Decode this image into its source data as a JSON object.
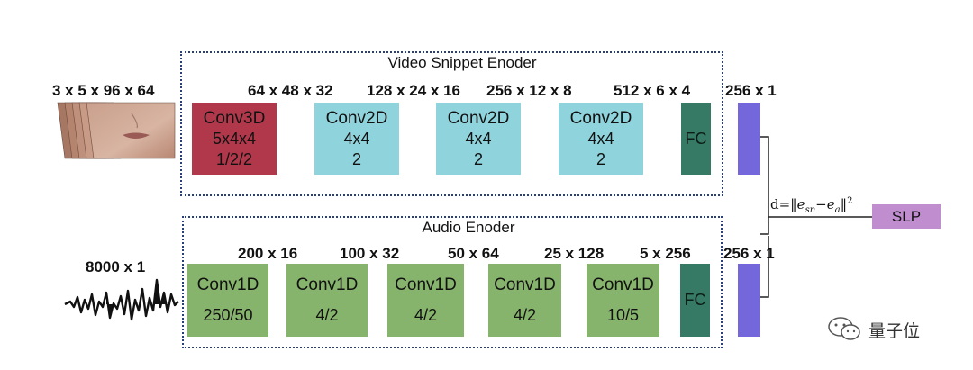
{
  "video_input_dims": "3 x 5 x 96 x 64",
  "audio_input_dims": "8000 x 1",
  "video_encoder": {
    "title": "Video Snippet Enoder",
    "dims": [
      "64 x 48 x 32",
      "128 x 24 x 16",
      "256 x 12 x 8",
      "512 x 6 x 4"
    ],
    "blocks": [
      {
        "name": "Conv3D",
        "p1": "5x4x4",
        "p2": "1/2/2",
        "color": "#b0384a"
      },
      {
        "name": "Conv2D",
        "p1": "4x4",
        "p2": "2",
        "color": "#8fd3dc"
      },
      {
        "name": "Conv2D",
        "p1": "4x4",
        "p2": "2",
        "color": "#8fd3dc"
      },
      {
        "name": "Conv2D",
        "p1": "4x4",
        "p2": "2",
        "color": "#8fd3dc"
      }
    ],
    "fc_label": "FC",
    "embedding_dims": "256 x 1"
  },
  "audio_encoder": {
    "title": "Audio Enoder",
    "dims": [
      "200 x 16",
      "100 x 32",
      "50 x 64",
      "25 x 128",
      "5 x 256"
    ],
    "blocks": [
      {
        "name": "Conv1D",
        "p1": "250/50",
        "color": "#87b46c"
      },
      {
        "name": "Conv1D",
        "p1": "4/2",
        "color": "#87b46c"
      },
      {
        "name": "Conv1D",
        "p1": "4/2",
        "color": "#87b46c"
      },
      {
        "name": "Conv1D",
        "p1": "4/2",
        "color": "#87b46c"
      },
      {
        "name": "Conv1D",
        "p1": "10/5",
        "color": "#87b46c"
      }
    ],
    "fc_label": "FC",
    "embedding_dims": "256 x 1"
  },
  "distance": {
    "prefix": "d=‖",
    "e1": "e",
    "s1": "sn",
    "minus": "−",
    "e2": "e",
    "s2": "a",
    "suffix": "‖",
    "sup": "2"
  },
  "slp_label": "SLP",
  "watermark": "量子位",
  "colors": {
    "red": "#b0384a",
    "cyan": "#8fd3dc",
    "green": "#87b46c",
    "teal": "#367a65",
    "embedding": "#7466db",
    "slp": "#c08ecf",
    "border": "#2a3f7a"
  }
}
